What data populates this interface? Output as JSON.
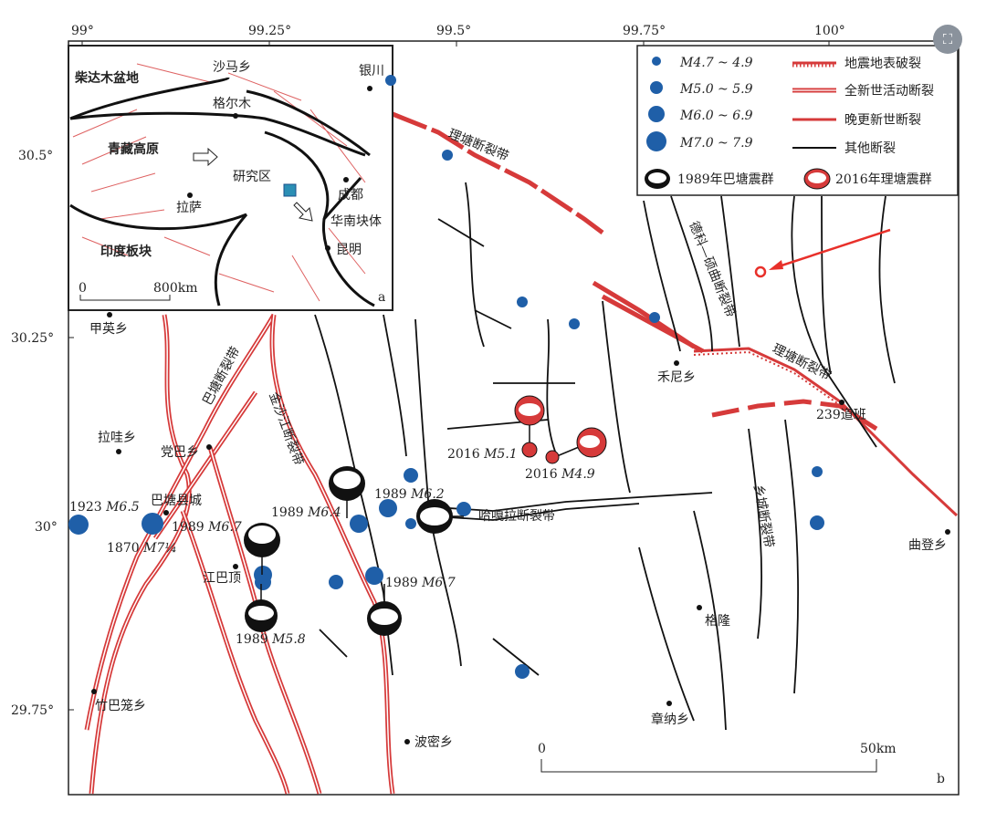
{
  "axes": {
    "lon_ticks": [
      "99°",
      "99.25°",
      "99.5°",
      "99.75°",
      "100°"
    ],
    "lat_ticks": [
      "30.5°",
      "30.25°",
      "30°",
      "29.75°"
    ]
  },
  "legend": {
    "mag_1": "M4.7 ~ 4.9",
    "mag_2": "M5.0 ~ 5.9",
    "mag_3": "M6.0 ~ 6.9",
    "mag_4": "M7.0 ~ 7.9",
    "rupture": "地震地表破裂",
    "holocene": "全新世活动断裂",
    "late_pleistocene": "晚更新世断裂",
    "other": "其他断裂",
    "batang_swarm": "1989年巴塘震群",
    "litang_swarm": "2016年理塘震群",
    "dot_color": "#1f5fa8",
    "fault_color": "#d63a3a"
  },
  "inset": {
    "qaidam": "柴达木盆地",
    "shamaxiang": "沙马乡",
    "yinchuan": "银川",
    "golmud": "格尔木",
    "plateau": "青藏高原",
    "study_area": "研究区",
    "chengdu": "成都",
    "lhasa": "拉萨",
    "south_china": "华南块体",
    "kunming": "昆明",
    "india": "印度板块",
    "scale_0": "0",
    "scale_800": "800km",
    "panel": "a"
  },
  "faults": {
    "litang_north": "理塘断裂带",
    "litang_east": "理塘断裂带",
    "deke": "德科—硕曲断裂带",
    "batang": "巴塘断裂带",
    "jinshajiang": "金沙江断裂带",
    "xiangcheng": "乡城断裂带",
    "hagala": "哈嘎拉断裂带"
  },
  "places": {
    "jiaying": "甲英乡",
    "lawa": "拉哇乡",
    "dangba": "党巴乡",
    "batang": "巴塘县城",
    "jiangbading": "江巴顶",
    "zhubalong": "竹巴笼乡",
    "bomi": "波密乡",
    "heni": "禾尼乡",
    "daoban": "239道班",
    "qudeng": "曲登乡",
    "gelong": "格隆",
    "zhangna": "章纳乡"
  },
  "events": {
    "e1923": "1923",
    "e1923_m": "M6.5",
    "e1870": "1870",
    "e1870_m": "M7¼",
    "e89_67a": "1989",
    "e89_67a_m": "M6.7",
    "e89_64": "1989",
    "e89_64_m": "M6.4",
    "e89_62": "1989",
    "e89_62_m": "M6.2",
    "e89_67b": "1989",
    "e89_67b_m": "M6.7",
    "e89_58": "1989",
    "e89_58_m": "M5.8",
    "e16_51": "2016",
    "e16_51_m": "M5.1",
    "e16_49": "2016",
    "e16_49_m": "M4.9"
  },
  "scale": {
    "zero": "0",
    "dist": "50km"
  },
  "panel": "b"
}
